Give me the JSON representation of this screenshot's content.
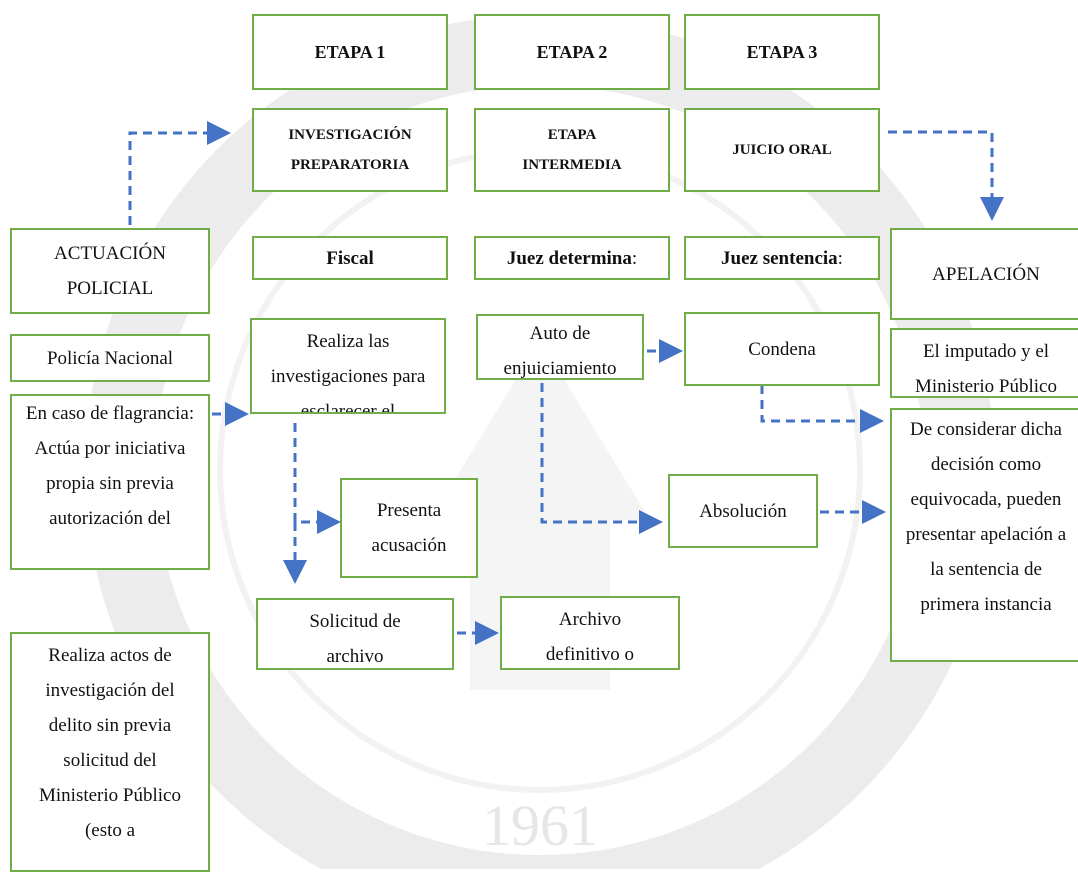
{
  "stages": {
    "etapa1": "ETAPA 1",
    "etapa2": "ETAPA 2",
    "etapa3": "ETAPA 3"
  },
  "phases": {
    "investigacion": "INVESTIGACIÓN PREPARATORIA",
    "intermedia": "ETAPA INTERMEDIA",
    "juicio": "JUICIO ORAL"
  },
  "actors": {
    "actuacion_policial": "ACTUACIÓN POLICIAL",
    "fiscal": "Fiscal",
    "juez_determina_bold": "Juez determina",
    "juez_determina_colon": ":",
    "juez_sentencia_bold": "Juez sentencia",
    "juez_sentencia_colon": ":",
    "apelacion": "APELACIÓN"
  },
  "boxes": {
    "policia_nacional": "Policía Nacional",
    "flagrancia": "En caso de flagrancia: Actúa por iniciativa propia sin previa autorización del",
    "actos_investigacion": "Realiza actos de investigación del delito sin previa solicitud del Ministerio Público (esto a",
    "realiza_investigaciones": "Realiza las investigaciones para esclarecer el",
    "presenta_acusacion": "Presenta acusación",
    "solicitud_archivo": "Solicitud de archivo",
    "auto_enjuiciamiento": "Auto de enjuiciamiento",
    "archivo_definitivo": "Archivo definitivo o",
    "condena": "Condena",
    "absolucion": "Absolución",
    "imputado_ministerio": "El imputado y el Ministerio Público",
    "considerar_decision": "De considerar dicha decisión como equivocada, pueden presentar apelación a la sentencia de primera instancia"
  },
  "watermark": {
    "year": "1961"
  },
  "colors": {
    "box_border": "#70ad47",
    "arrow": "#4472c4"
  }
}
